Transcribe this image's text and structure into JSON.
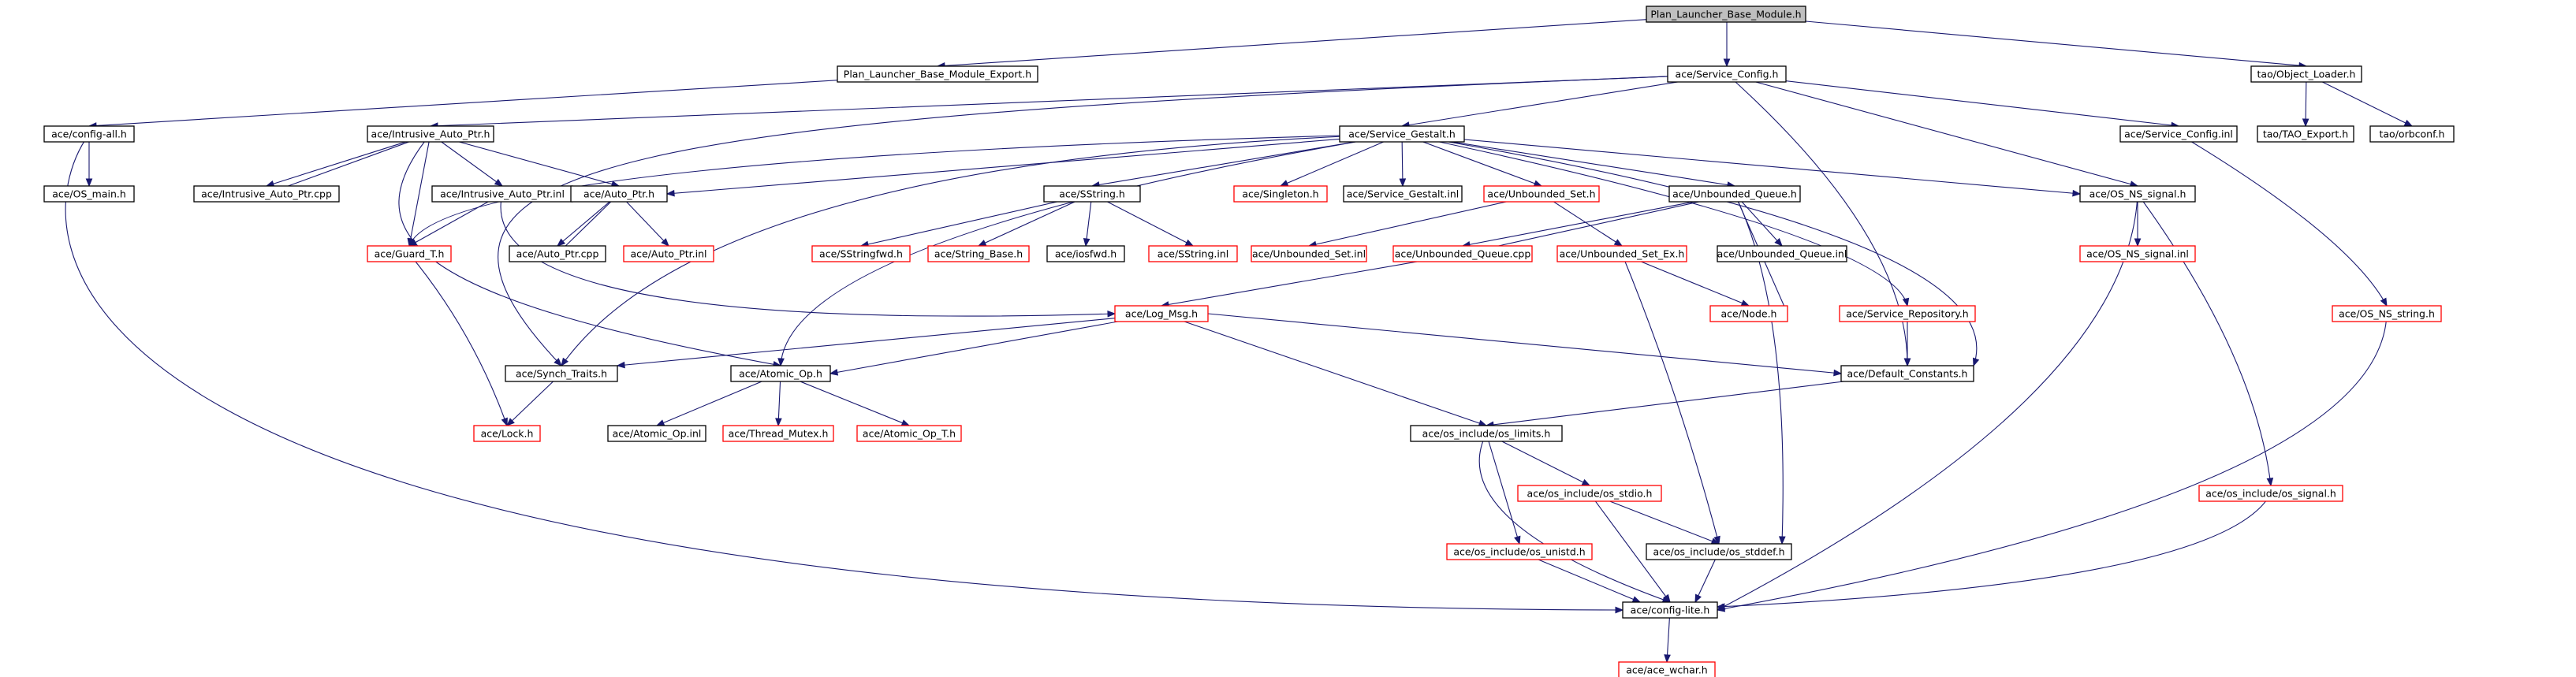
{
  "nodes": [
    {
      "id": "root",
      "label": "Plan_Launcher_Base_Module.h",
      "root": true
    },
    {
      "id": "export",
      "label": "Plan_Launcher_Base_Module_Export.h"
    },
    {
      "id": "svcconfig",
      "label": "ace/Service_Config.h"
    },
    {
      "id": "objloader",
      "label": "tao/Object_Loader.h"
    },
    {
      "id": "configall",
      "label": "ace/config-all.h"
    },
    {
      "id": "intrusive",
      "label": "ace/Intrusive_Auto_Ptr.h"
    },
    {
      "id": "gestalt",
      "label": "ace/Service_Gestalt.h"
    },
    {
      "id": "svcconfiginl",
      "label": "ace/Service_Config.inl"
    },
    {
      "id": "taoexport",
      "label": "tao/TAO_Export.h"
    },
    {
      "id": "orbconf",
      "label": "tao/orbconf.h"
    },
    {
      "id": "osmain",
      "label": "ace/OS_main.h"
    },
    {
      "id": "intrusivecpp",
      "label": "ace/Intrusive_Auto_Ptr.cpp"
    },
    {
      "id": "intrusiveinl",
      "label": "ace/Intrusive_Auto_Ptr.inl"
    },
    {
      "id": "autoptr",
      "label": "ace/Auto_Ptr.h"
    },
    {
      "id": "sstring",
      "label": "ace/SString.h"
    },
    {
      "id": "singleton",
      "label": "ace/Singleton.h",
      "red": true
    },
    {
      "id": "gestaltinl",
      "label": "ace/Service_Gestalt.inl"
    },
    {
      "id": "unbset",
      "label": "ace/Unbounded_Set.h",
      "red": true
    },
    {
      "id": "unbqueue",
      "label": "ace/Unbounded_Queue.h"
    },
    {
      "id": "osns",
      "label": "ace/OS_NS_signal.h"
    },
    {
      "id": "guard",
      "label": "ace/Guard_T.h",
      "red": true
    },
    {
      "id": "autoptrcpp",
      "label": "ace/Auto_Ptr.cpp"
    },
    {
      "id": "autoptrinl",
      "label": "ace/Auto_Ptr.inl",
      "red": true
    },
    {
      "id": "sstringfwd",
      "label": "ace/SStringfwd.h",
      "red": true
    },
    {
      "id": "stringbase",
      "label": "ace/String_Base.h",
      "red": true
    },
    {
      "id": "iosfwd",
      "label": "ace/iosfwd.h"
    },
    {
      "id": "sstringinl",
      "label": "ace/SString.inl",
      "red": true
    },
    {
      "id": "unbsetinl",
      "label": "ace/Unbounded_Set.inl",
      "red": true
    },
    {
      "id": "unbqueuecpp",
      "label": "ace/Unbounded_Queue.cpp",
      "red": true
    },
    {
      "id": "unbsetex",
      "label": "ace/Unbounded_Set_Ex.h",
      "red": true
    },
    {
      "id": "unbqueueinl",
      "label": "ace/Unbounded_Queue.inl"
    },
    {
      "id": "osnsinl",
      "label": "ace/OS_NS_signal.inl",
      "red": true
    },
    {
      "id": "logmsg",
      "label": "ace/Log_Msg.h",
      "red": true
    },
    {
      "id": "node",
      "label": "ace/Node.h",
      "red": true
    },
    {
      "id": "svcrepo",
      "label": "ace/Service_Repository.h",
      "red": true
    },
    {
      "id": "osnsstring",
      "label": "ace/OS_NS_string.h",
      "red": true
    },
    {
      "id": "synch",
      "label": "ace/Synch_Traits.h"
    },
    {
      "id": "atomic",
      "label": "ace/Atomic_Op.h"
    },
    {
      "id": "defconst",
      "label": "ace/Default_Constants.h"
    },
    {
      "id": "lock",
      "label": "ace/Lock.h",
      "red": true
    },
    {
      "id": "atomicinl",
      "label": "ace/Atomic_Op.inl"
    },
    {
      "id": "threadmutex",
      "label": "ace/Thread_Mutex.h",
      "red": true
    },
    {
      "id": "atomict",
      "label": "ace/Atomic_Op_T.h",
      "red": true
    },
    {
      "id": "oslimits",
      "label": "ace/os_include/os_limits.h"
    },
    {
      "id": "osstdio",
      "label": "ace/os_include/os_stdio.h",
      "red": true
    },
    {
      "id": "ossignal",
      "label": "ace/os_include/os_signal.h",
      "red": true
    },
    {
      "id": "osunistd",
      "label": "ace/os_include/os_unistd.h",
      "red": true
    },
    {
      "id": "osstddef",
      "label": "ace/os_include/os_stddef.h"
    },
    {
      "id": "configlite",
      "label": "ace/config-lite.h"
    },
    {
      "id": "wchar",
      "label": "ace/ace_wchar.h",
      "red": true
    }
  ]
}
